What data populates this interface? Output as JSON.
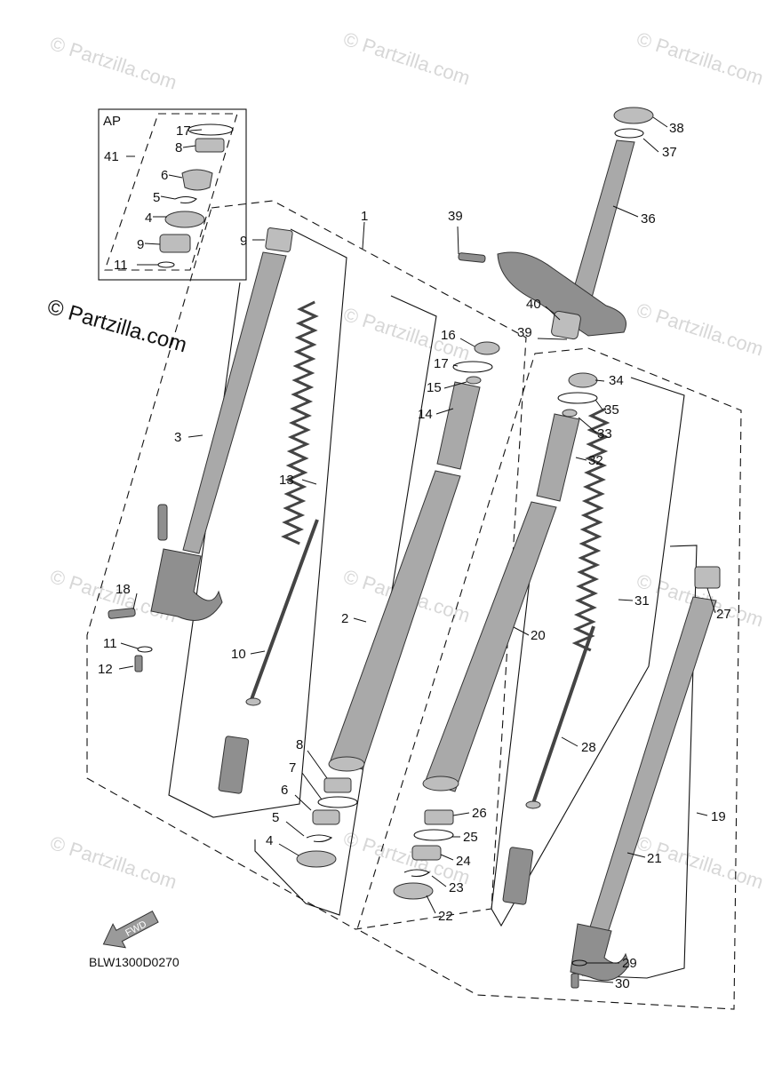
{
  "watermark": {
    "text": "© Partzilla.com",
    "big_text": "© Partzilla.com"
  },
  "diagram_code": "BLW1300D0270",
  "inset": {
    "label": "AP",
    "kit_number": "41"
  },
  "fwd_arrow": {
    "text": "FWD"
  },
  "callouts": [
    {
      "id": "c17a",
      "text": "17"
    },
    {
      "id": "c8a",
      "text": "8"
    },
    {
      "id": "c41",
      "text": "41"
    },
    {
      "id": "c6a",
      "text": "6"
    },
    {
      "id": "c5a",
      "text": "5"
    },
    {
      "id": "c4a",
      "text": "4"
    },
    {
      "id": "c9a",
      "text": "9"
    },
    {
      "id": "c11a",
      "text": "11"
    },
    {
      "id": "c1",
      "text": "1"
    },
    {
      "id": "c9b",
      "text": "9"
    },
    {
      "id": "c3",
      "text": "3"
    },
    {
      "id": "c13",
      "text": "13"
    },
    {
      "id": "c18",
      "text": "18"
    },
    {
      "id": "c11b",
      "text": "11"
    },
    {
      "id": "c12",
      "text": "12"
    },
    {
      "id": "c10",
      "text": "10"
    },
    {
      "id": "c2",
      "text": "2"
    },
    {
      "id": "c8b",
      "text": "8"
    },
    {
      "id": "c7",
      "text": "7"
    },
    {
      "id": "c6b",
      "text": "6"
    },
    {
      "id": "c5b",
      "text": "5"
    },
    {
      "id": "c4b",
      "text": "4"
    },
    {
      "id": "c16",
      "text": "16"
    },
    {
      "id": "c17b",
      "text": "17"
    },
    {
      "id": "c15",
      "text": "15"
    },
    {
      "id": "c14",
      "text": "14"
    },
    {
      "id": "c39a",
      "text": "39"
    },
    {
      "id": "c40",
      "text": "40"
    },
    {
      "id": "c39b",
      "text": "39"
    },
    {
      "id": "c36",
      "text": "36"
    },
    {
      "id": "c38",
      "text": "38"
    },
    {
      "id": "c37",
      "text": "37"
    },
    {
      "id": "c34",
      "text": "34"
    },
    {
      "id": "c35",
      "text": "35"
    },
    {
      "id": "c33",
      "text": "33"
    },
    {
      "id": "c32",
      "text": "32"
    },
    {
      "id": "c20",
      "text": "20"
    },
    {
      "id": "c31",
      "text": "31"
    },
    {
      "id": "c27",
      "text": "27"
    },
    {
      "id": "c28",
      "text": "28"
    },
    {
      "id": "c26",
      "text": "26"
    },
    {
      "id": "c25",
      "text": "25"
    },
    {
      "id": "c24",
      "text": "24"
    },
    {
      "id": "c23",
      "text": "23"
    },
    {
      "id": "c22",
      "text": "22"
    },
    {
      "id": "c19",
      "text": "19"
    },
    {
      "id": "c21",
      "text": "21"
    },
    {
      "id": "c29",
      "text": "29"
    },
    {
      "id": "c30",
      "text": "30"
    }
  ]
}
